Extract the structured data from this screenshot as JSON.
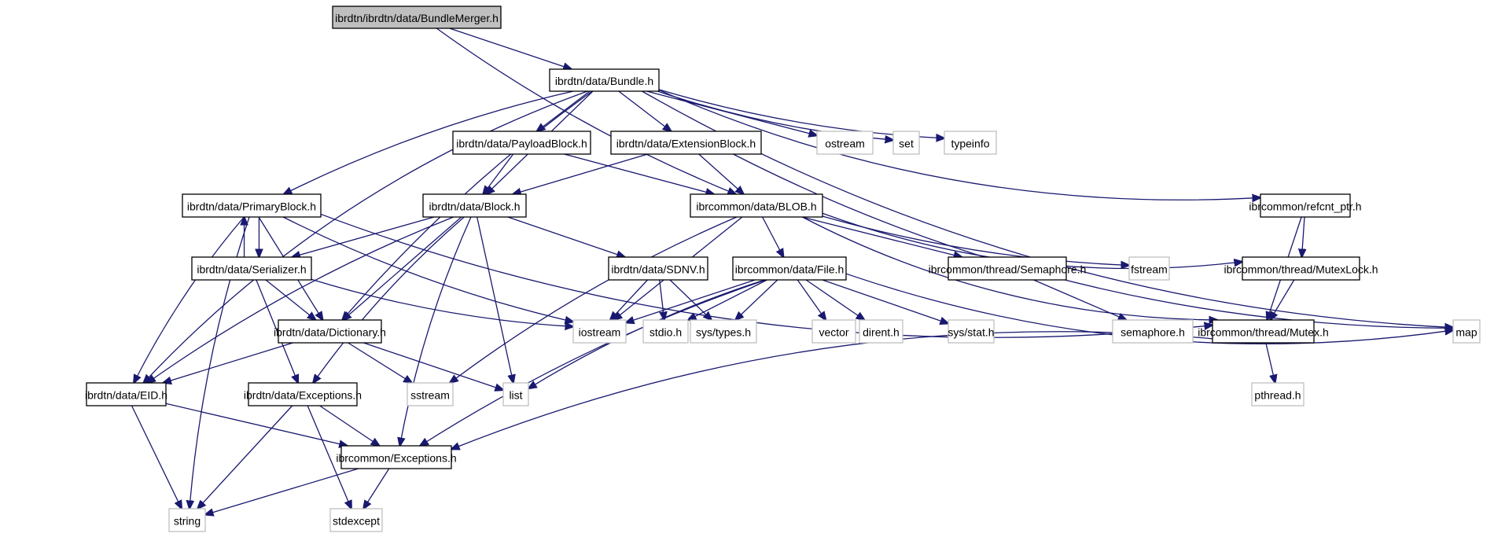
{
  "title": "Include dependency graph for BundleMerger.h",
  "node_colors": {
    "root_fill": "#bfbfbf",
    "edge": "#191970",
    "external_border": "#bfbfbf"
  },
  "nodes": [
    {
      "id": "root",
      "label": "ibrdtn/ibrdtn/data/BundleMerger.h",
      "kind": "root"
    },
    {
      "id": "bundle",
      "label": "ibrdtn/data/Bundle.h",
      "kind": "internal"
    },
    {
      "id": "payload",
      "label": "ibrdtn/data/PayloadBlock.h",
      "kind": "internal"
    },
    {
      "id": "extension",
      "label": "ibrdtn/data/ExtensionBlock.h",
      "kind": "internal"
    },
    {
      "id": "ostream",
      "label": "ostream",
      "kind": "external"
    },
    {
      "id": "set",
      "label": "set",
      "kind": "external"
    },
    {
      "id": "typeinfo",
      "label": "typeinfo",
      "kind": "external"
    },
    {
      "id": "primary",
      "label": "ibrdtn/data/PrimaryBlock.h",
      "kind": "internal"
    },
    {
      "id": "block",
      "label": "ibrdtn/data/Block.h",
      "kind": "internal"
    },
    {
      "id": "blob",
      "label": "ibrcommon/data/BLOB.h",
      "kind": "internal"
    },
    {
      "id": "refcnt",
      "label": "ibrcommon/refcnt_ptr.h",
      "kind": "internal"
    },
    {
      "id": "serializer",
      "label": "ibrdtn/data/Serializer.h",
      "kind": "internal"
    },
    {
      "id": "sdnv",
      "label": "ibrdtn/data/SDNV.h",
      "kind": "internal"
    },
    {
      "id": "file",
      "label": "ibrcommon/data/File.h",
      "kind": "internal"
    },
    {
      "id": "semaphore",
      "label": "ibrcommon/thread/Semaphore.h",
      "kind": "internal"
    },
    {
      "id": "fstream",
      "label": "fstream",
      "kind": "external"
    },
    {
      "id": "mutexlock",
      "label": "ibrcommon/thread/MutexLock.h",
      "kind": "internal"
    },
    {
      "id": "dictionary",
      "label": "ibrdtn/data/Dictionary.h",
      "kind": "internal"
    },
    {
      "id": "iostream",
      "label": "iostream",
      "kind": "external"
    },
    {
      "id": "stdio",
      "label": "stdio.h",
      "kind": "external"
    },
    {
      "id": "systypes",
      "label": "sys/types.h",
      "kind": "external"
    },
    {
      "id": "vector",
      "label": "vector",
      "kind": "external"
    },
    {
      "id": "dirent",
      "label": "dirent.h",
      "kind": "external"
    },
    {
      "id": "sysstat",
      "label": "sys/stat.h",
      "kind": "external"
    },
    {
      "id": "semaphoreh",
      "label": "semaphore.h",
      "kind": "external"
    },
    {
      "id": "mutex",
      "label": "ibrcommon/thread/Mutex.h",
      "kind": "internal"
    },
    {
      "id": "map",
      "label": "map",
      "kind": "external"
    },
    {
      "id": "eid",
      "label": "ibrdtn/data/EID.h",
      "kind": "internal"
    },
    {
      "id": "dexceptions",
      "label": "ibrdtn/data/Exceptions.h",
      "kind": "internal"
    },
    {
      "id": "sstream",
      "label": "sstream",
      "kind": "external"
    },
    {
      "id": "list",
      "label": "list",
      "kind": "external"
    },
    {
      "id": "pthread",
      "label": "pthread.h",
      "kind": "external"
    },
    {
      "id": "cexceptions",
      "label": "ibrcommon/Exceptions.h",
      "kind": "internal"
    },
    {
      "id": "string",
      "label": "string",
      "kind": "external"
    },
    {
      "id": "stdexcept",
      "label": "stdexcept",
      "kind": "external"
    }
  ],
  "edges": [
    [
      "root",
      "bundle"
    ],
    [
      "root",
      "blob"
    ],
    [
      "bundle",
      "payload"
    ],
    [
      "bundle",
      "extension"
    ],
    [
      "bundle",
      "ostream"
    ],
    [
      "bundle",
      "set"
    ],
    [
      "bundle",
      "typeinfo"
    ],
    [
      "bundle",
      "primary"
    ],
    [
      "bundle",
      "block"
    ],
    [
      "bundle",
      "dictionary"
    ],
    [
      "bundle",
      "eid"
    ],
    [
      "bundle",
      "refcnt"
    ],
    [
      "bundle",
      "map"
    ],
    [
      "payload",
      "block"
    ],
    [
      "payload",
      "blob"
    ],
    [
      "extension",
      "block"
    ],
    [
      "extension",
      "blob"
    ],
    [
      "extension",
      "map"
    ],
    [
      "primary",
      "serializer"
    ],
    [
      "primary",
      "eid"
    ],
    [
      "primary",
      "dictionary"
    ],
    [
      "primary",
      "iostream"
    ],
    [
      "primary",
      "string"
    ],
    [
      "primary",
      "mutex"
    ],
    [
      "serializer",
      "primary"
    ],
    [
      "serializer",
      "dictionary"
    ],
    [
      "serializer",
      "dexceptions"
    ],
    [
      "serializer",
      "iostream"
    ],
    [
      "block",
      "serializer"
    ],
    [
      "block",
      "sdnv"
    ],
    [
      "block",
      "dictionary"
    ],
    [
      "block",
      "dexceptions"
    ],
    [
      "block",
      "list"
    ],
    [
      "block",
      "eid"
    ],
    [
      "block",
      "cexceptions"
    ],
    [
      "blob",
      "file"
    ],
    [
      "blob",
      "semaphore"
    ],
    [
      "blob",
      "fstream"
    ],
    [
      "blob",
      "mutexlock"
    ],
    [
      "blob",
      "mutex"
    ],
    [
      "blob",
      "iostream"
    ],
    [
      "blob",
      "sstream"
    ],
    [
      "refcnt",
      "mutexlock"
    ],
    [
      "refcnt",
      "mutex"
    ],
    [
      "sdnv",
      "iostream"
    ],
    [
      "sdnv",
      "stdio"
    ],
    [
      "sdnv",
      "systypes"
    ],
    [
      "file",
      "iostream"
    ],
    [
      "file",
      "stdio"
    ],
    [
      "file",
      "systypes"
    ],
    [
      "file",
      "vector"
    ],
    [
      "file",
      "dirent"
    ],
    [
      "file",
      "sysstat"
    ],
    [
      "file",
      "list"
    ],
    [
      "file",
      "map"
    ],
    [
      "file",
      "cexceptions"
    ],
    [
      "semaphore",
      "semaphoreh"
    ],
    [
      "mutexlock",
      "mutex"
    ],
    [
      "mutex",
      "pthread"
    ],
    [
      "mutex",
      "cexceptions"
    ],
    [
      "dictionary",
      "eid"
    ],
    [
      "dictionary",
      "sstream"
    ],
    [
      "dictionary",
      "list"
    ],
    [
      "eid",
      "string"
    ],
    [
      "eid",
      "cexceptions"
    ],
    [
      "dexceptions",
      "string"
    ],
    [
      "dexceptions",
      "stdexcept"
    ],
    [
      "dexceptions",
      "cexceptions"
    ],
    [
      "cexceptions",
      "string"
    ],
    [
      "cexceptions",
      "stdexcept"
    ]
  ]
}
